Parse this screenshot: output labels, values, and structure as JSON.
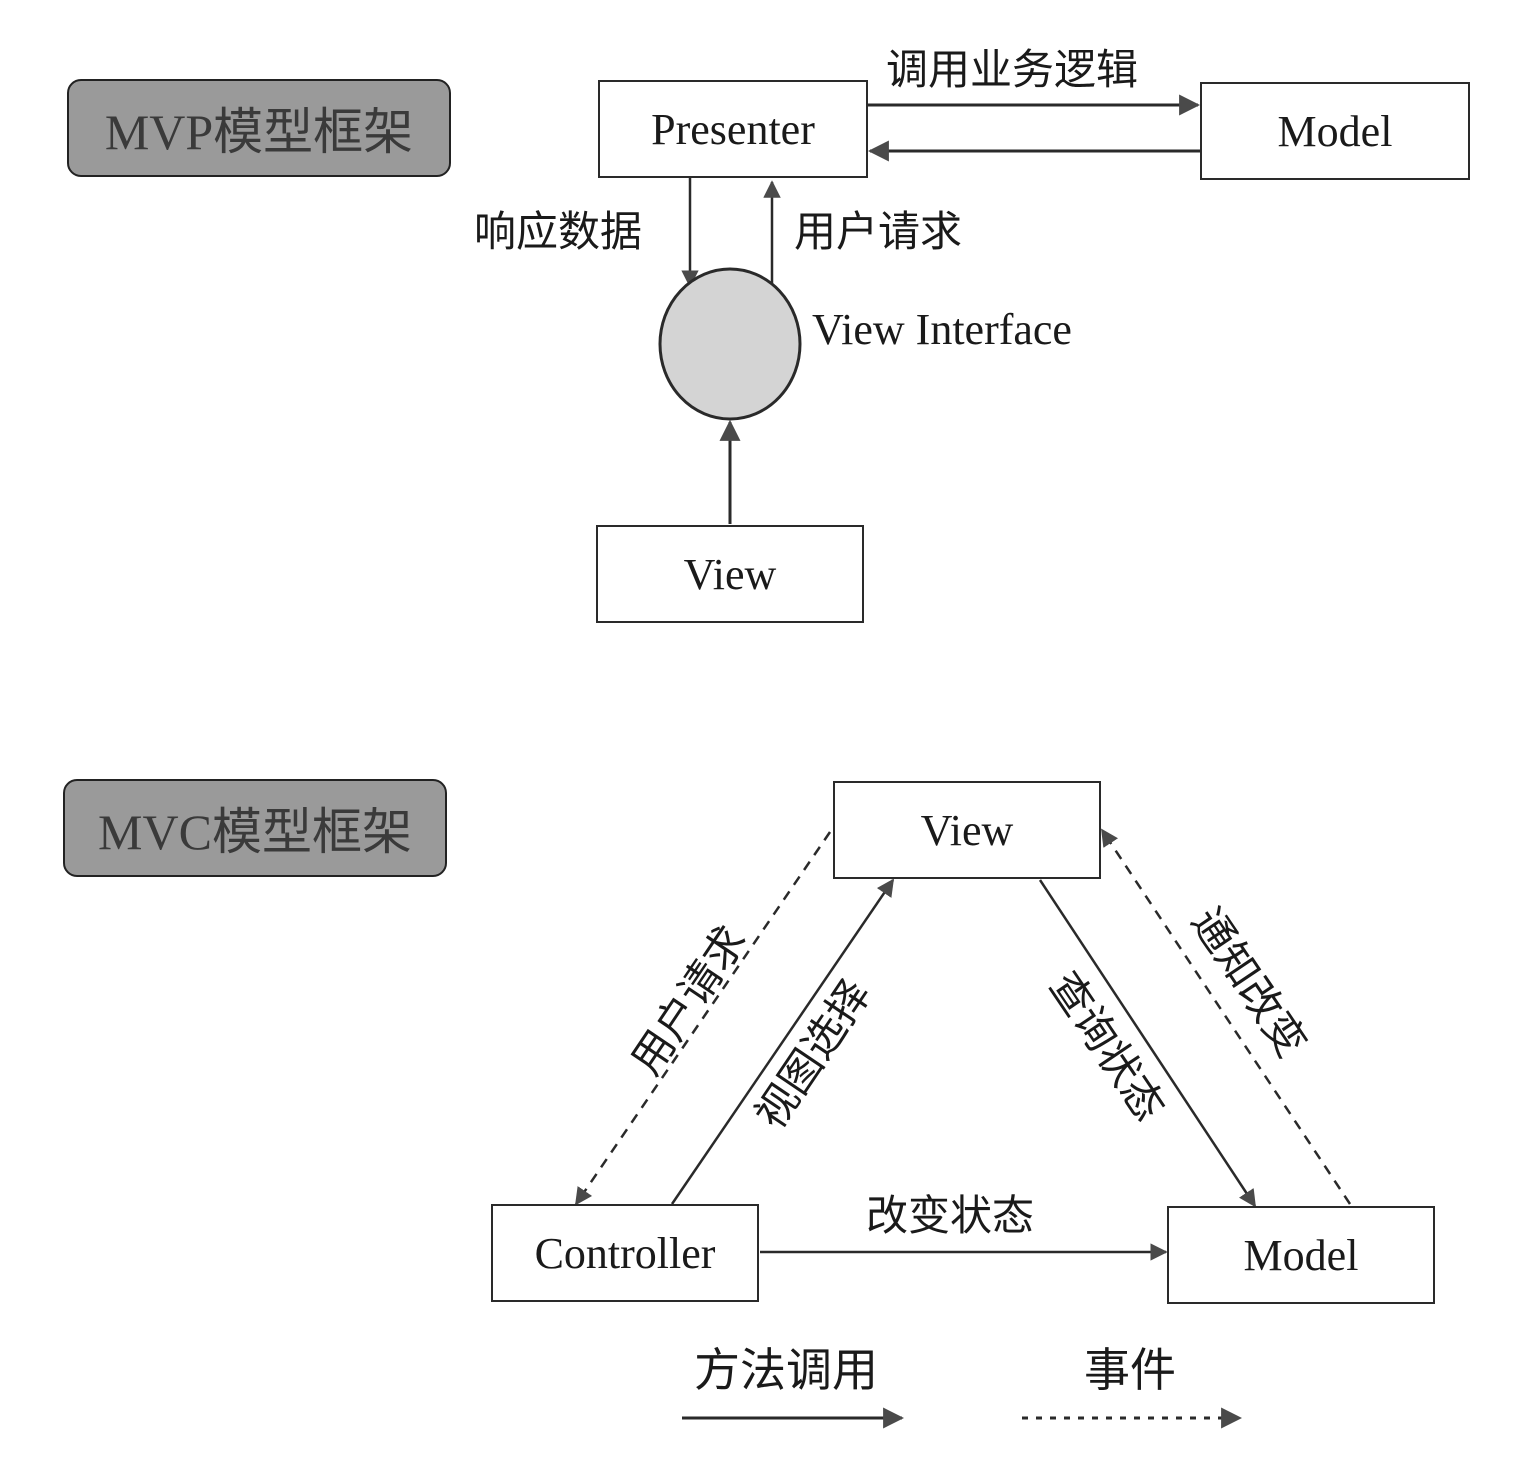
{
  "mvp": {
    "title": "MVP模型框架",
    "nodes": {
      "presenter": "Presenter",
      "model": "Model",
      "view_interface": "View Interface",
      "view": "View"
    },
    "edges": {
      "presenter_to_model": "调用业务逻辑",
      "presenter_to_view_interface": "响应数据",
      "view_interface_to_presenter": "用户请求"
    }
  },
  "mvc": {
    "title": "MVC模型框架",
    "nodes": {
      "view": "View",
      "controller": "Controller",
      "model": "Model"
    },
    "edges": {
      "view_to_controller": "用户请求",
      "controller_to_view": "视图选择",
      "view_to_model": "查询状态",
      "model_to_view": "通知改变",
      "controller_to_model": "改变状态"
    }
  },
  "legend": {
    "method_call": "方法调用",
    "event": "事件"
  },
  "colors": {
    "tag_fill": "#9a9a9a",
    "circle_fill": "#d4d4d4",
    "line": "#2a2a2a"
  }
}
